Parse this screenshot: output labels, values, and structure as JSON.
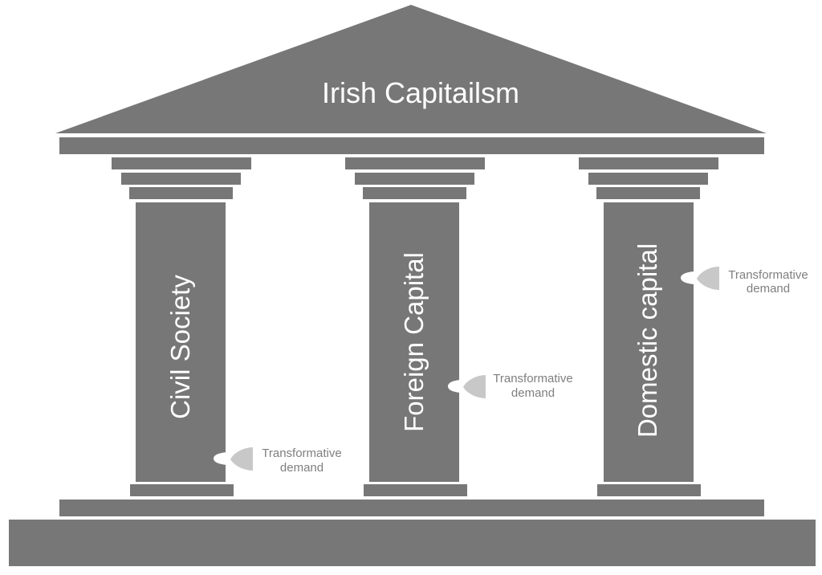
{
  "diagram": {
    "title": "Irish Capitailsm",
    "pillars": [
      {
        "label": "Civil Society"
      },
      {
        "label": "Foreign Capital"
      },
      {
        "label": "Domestic capital"
      }
    ],
    "demand_markers": [
      {
        "line1": "Transformative",
        "line2": "demand"
      },
      {
        "line1": "Transformative",
        "line2": "demand"
      },
      {
        "line1": "Transformative",
        "line2": "demand"
      }
    ],
    "colors": {
      "structure": "#777777",
      "marker_shape": "#c8c8c8",
      "marker_text": "#7f7f7f",
      "background": "#ffffff"
    }
  }
}
